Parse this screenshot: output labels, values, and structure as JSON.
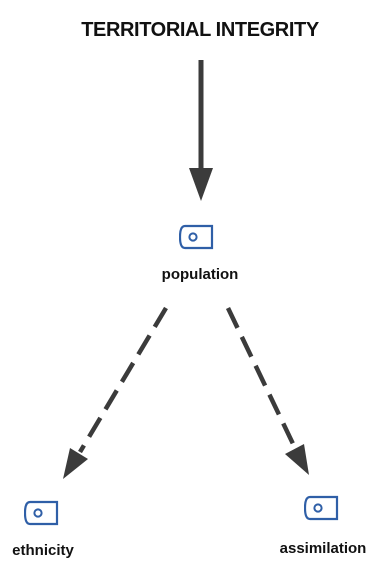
{
  "title": "TERRITORIAL INTEGRITY",
  "nodes": {
    "population": {
      "label": "population",
      "icon": "entity-icon"
    },
    "ethnicity": {
      "label": "ethnicity",
      "icon": "entity-icon"
    },
    "assimilation": {
      "label": "assimilation",
      "icon": "entity-icon"
    }
  },
  "edges": [
    {
      "from": "title",
      "to": "population",
      "style": "solid"
    },
    {
      "from": "population",
      "to": "ethnicity",
      "style": "dashed"
    },
    {
      "from": "population",
      "to": "assimilation",
      "style": "dashed"
    }
  ],
  "colors": {
    "arrow": "#3b3b3b",
    "icon": "#2f5fa7",
    "text": "#111111"
  }
}
